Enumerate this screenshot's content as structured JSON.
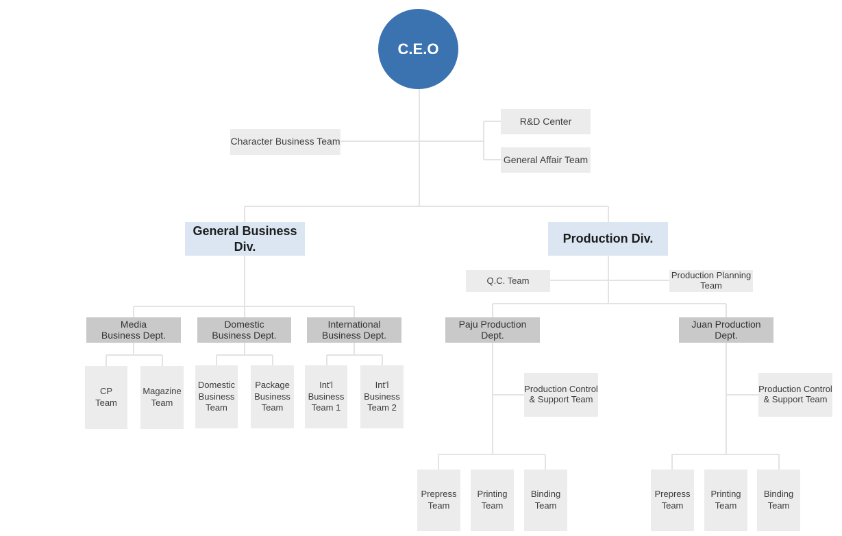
{
  "ceo": "C.E.O",
  "staff": {
    "character_business": "Character Business Team",
    "rd_center": "R&D  Center",
    "general_affair": "General Affair Team"
  },
  "general_business": {
    "title": "General Business Div.",
    "media": {
      "title": "Media\nBusiness Dept.",
      "cp": "CP\nTeam",
      "magazine": "Magazine\nTeam"
    },
    "domestic": {
      "title": "Domestic\nBusiness Dept.",
      "domestic_team": "Domestic\nBusiness\nTeam",
      "package_team": "Package\nBusiness\nTeam"
    },
    "international": {
      "title": "International\nBusiness Dept.",
      "team1": "Int'l\nBusiness\nTeam 1",
      "team2": "Int'l\nBusiness\nTeam 2"
    }
  },
  "production": {
    "title": "Production Div.",
    "qc": "Q.C. Team",
    "planning": "Production Planning\nTeam",
    "paju": {
      "title": "Paju Production\nDept.",
      "control": "Production Control\n& Support Team",
      "prepress": "Prepress\nTeam",
      "printing": "Printing\nTeam",
      "binding": "Binding\nTeam"
    },
    "juan": {
      "title": "Juan Production\nDept.",
      "control": "Production Control\n& Support Team",
      "prepress": "Prepress\nTeam",
      "printing": "Printing\nTeam",
      "binding": "Binding\nTeam"
    }
  }
}
